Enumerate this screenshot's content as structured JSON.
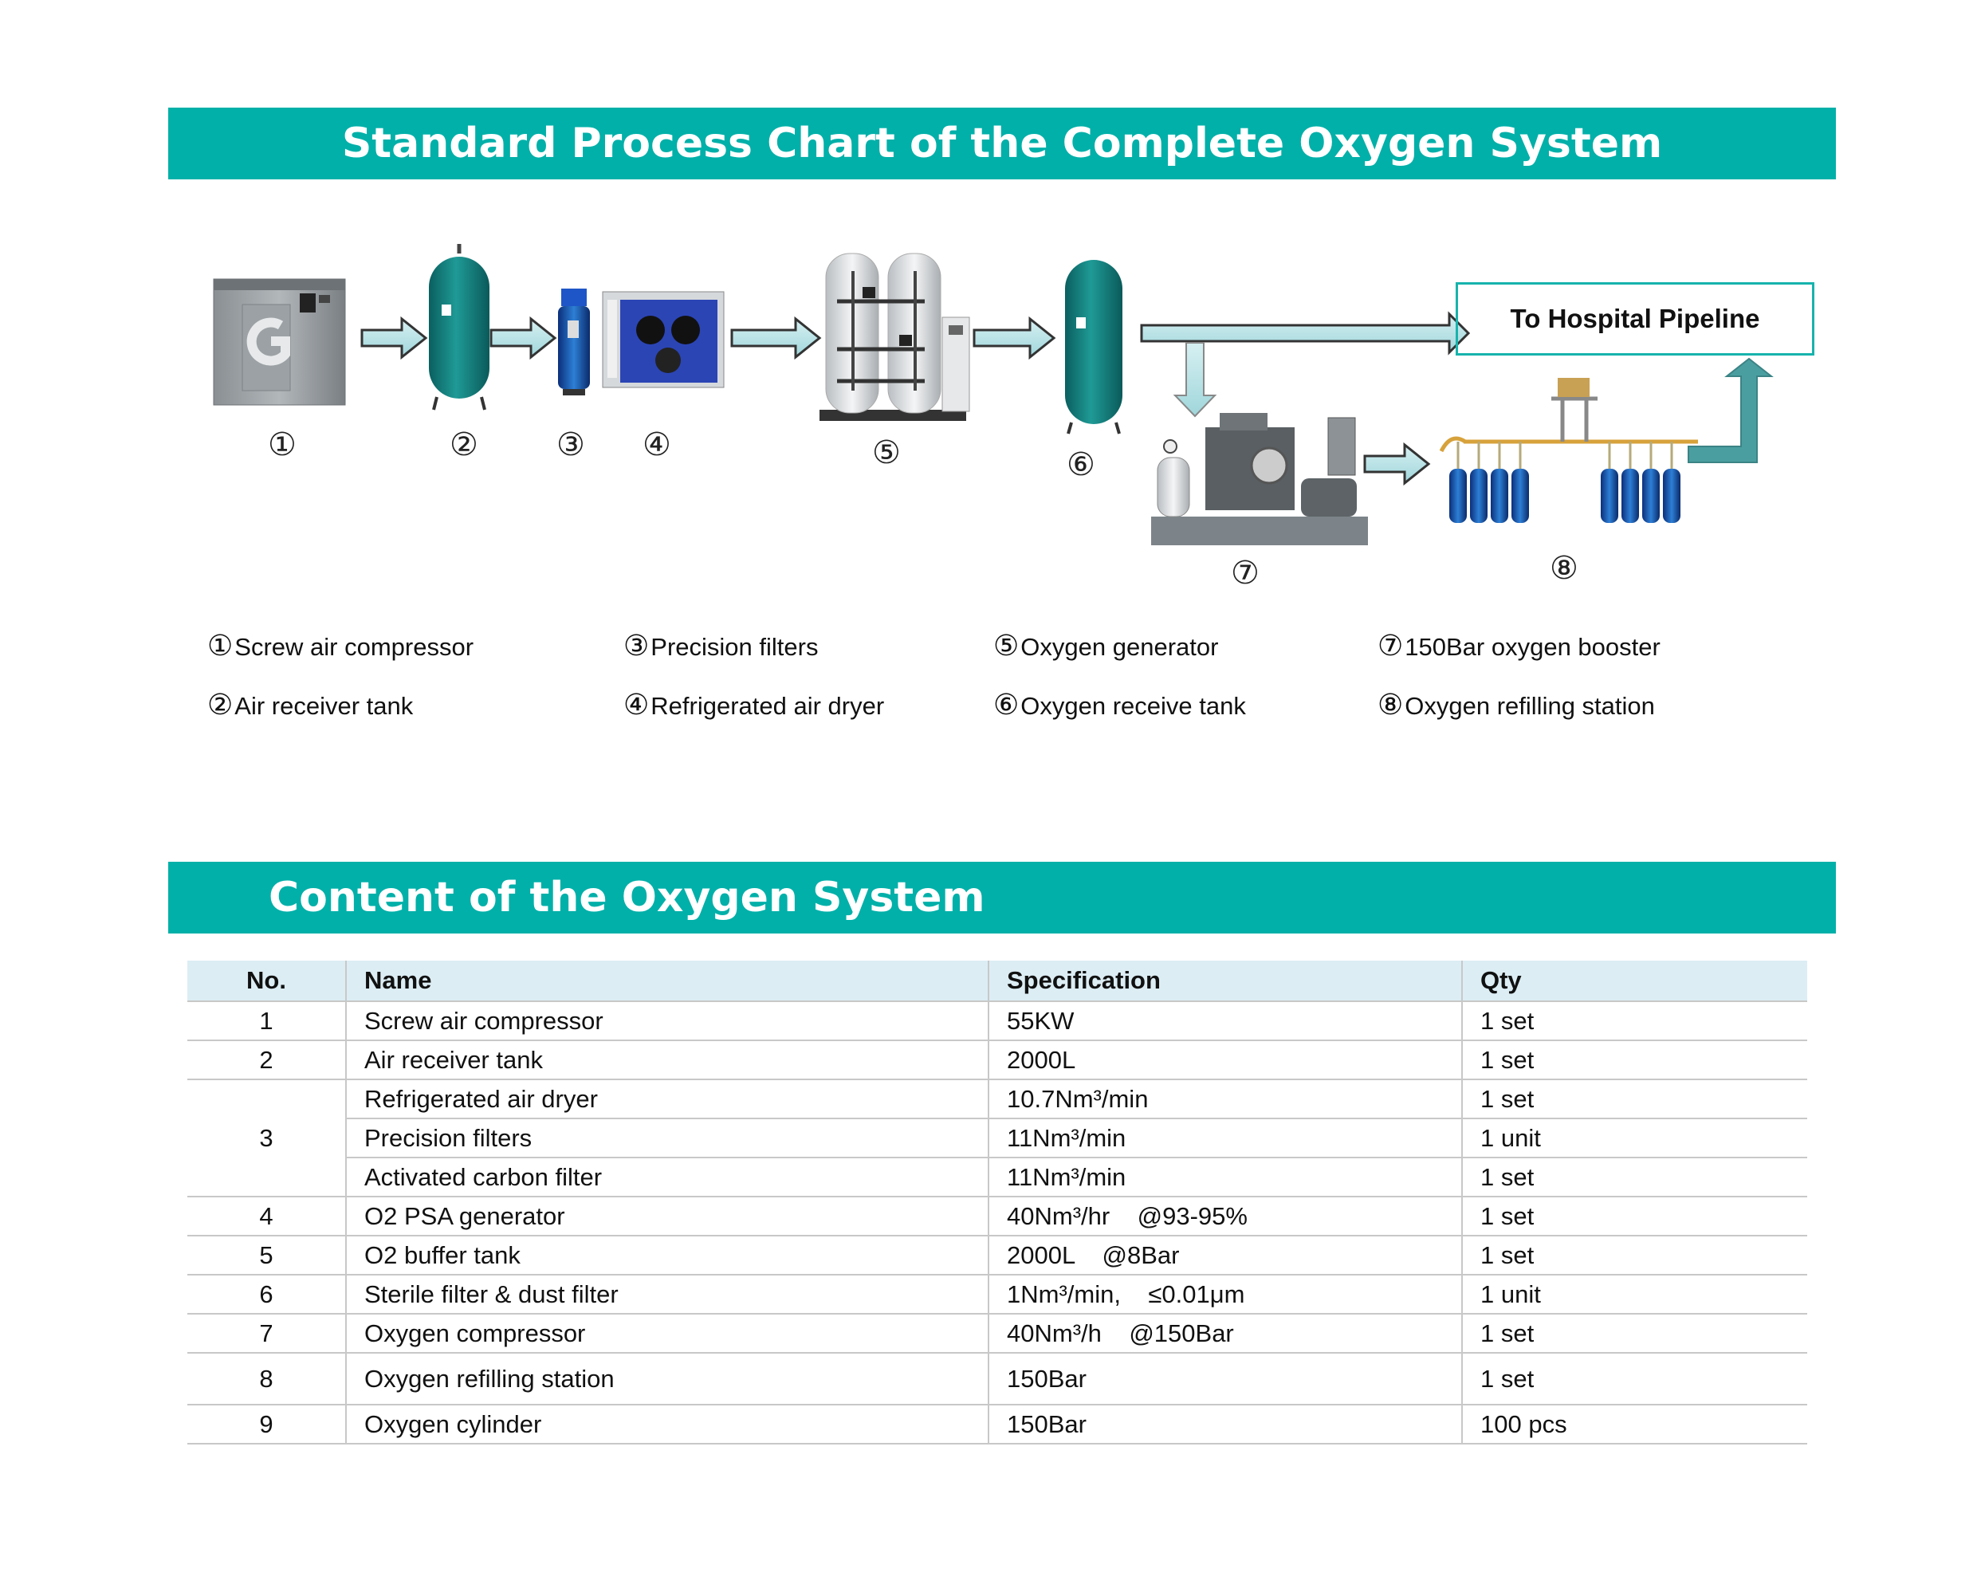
{
  "process_chart": {
    "title": "Standard Process Chart of the Complete Oxygen System",
    "pipeline_label": "To Hospital Pipeline",
    "step_markers": [
      "①",
      "②",
      "③",
      "④",
      "⑤",
      "⑥",
      "⑦",
      "⑧"
    ],
    "legend": [
      {
        "marker": "①",
        "label": "Screw air compressor"
      },
      {
        "marker": "②",
        "label": "Air receiver tank"
      },
      {
        "marker": "③",
        "label": "Precision filters"
      },
      {
        "marker": "④",
        "label": "Refrigerated air dryer"
      },
      {
        "marker": "⑤",
        "label": "Oxygen generator"
      },
      {
        "marker": "⑥",
        "label": "Oxygen receive tank"
      },
      {
        "marker": "⑦",
        "label": "150Bar oxygen booster"
      },
      {
        "marker": "⑧",
        "label": "Oxygen refilling station"
      }
    ]
  },
  "content_table": {
    "title": "Content of the Oxygen System",
    "headers": {
      "no": "No.",
      "name": "Name",
      "spec": "Specification",
      "qty": "Qty"
    },
    "rows": [
      {
        "no": "1",
        "name": "Screw air compressor",
        "spec": "55KW",
        "qty": "1 set"
      },
      {
        "no": "2",
        "name": "Air receiver tank",
        "spec": "2000L",
        "qty": "1 set"
      },
      {
        "no": "3",
        "name": "Refrigerated air dryer",
        "spec": "10.7Nm³/min",
        "qty": "1 set"
      },
      {
        "no": "",
        "name": "Precision filters",
        "spec": "11Nm³/min",
        "qty": "1 unit"
      },
      {
        "no": "",
        "name": "Activated carbon filter",
        "spec": "11Nm³/min",
        "qty": "1 set"
      },
      {
        "no": "4",
        "name": "O2 PSA generator",
        "spec": "40Nm³/hr    @93-95%",
        "qty": "1 set"
      },
      {
        "no": "5",
        "name": "O2 buffer tank",
        "spec": "2000L    @8Bar",
        "qty": "1 set"
      },
      {
        "no": "6",
        "name": "Sterile filter & dust filter",
        "spec": "1Nm³/min,    ≤0.01μm",
        "qty": "1 unit"
      },
      {
        "no": "7",
        "name": "Oxygen compressor",
        "spec": "40Nm³/h    @150Bar",
        "qty": "1 set"
      },
      {
        "no": "8",
        "name": "Oxygen refilling station",
        "spec": "150Bar",
        "qty": "1 set"
      },
      {
        "no": "9",
        "name": "Oxygen cylinder",
        "spec": "150Bar",
        "qty": "100 pcs"
      }
    ]
  }
}
